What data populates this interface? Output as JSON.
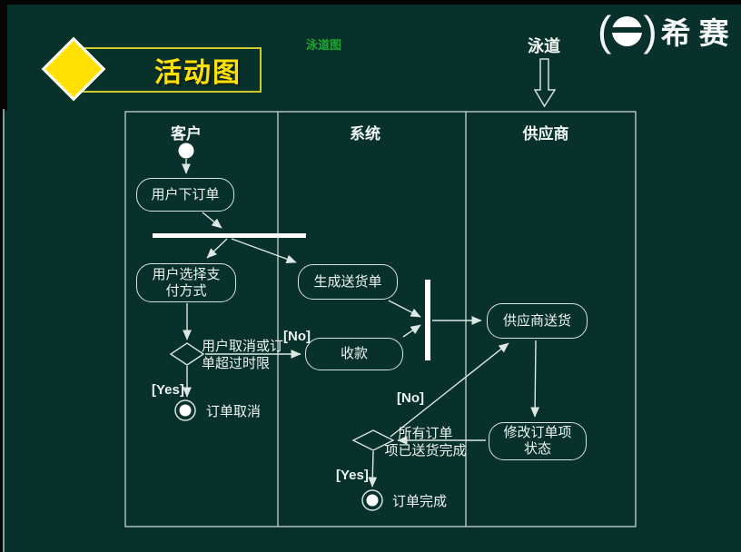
{
  "slide": {
    "title": "活动图",
    "caption": "泳道图",
    "pointer_label": "泳道",
    "logo_text": "希赛"
  },
  "lanes": {
    "customer": "客户",
    "system": "系统",
    "supplier": "供应商"
  },
  "activities": {
    "place_order": "用户下订单",
    "choose_payment": "用户选择支\n付方式",
    "generate_delivery_note": "生成送货单",
    "collect_payment": "收款",
    "supplier_deliver": "供应商送货",
    "update_order_item_status": "修改订单项\n状态"
  },
  "guards": {
    "no_1": "[No]",
    "yes_1": "[Yes]",
    "no_2": "[No]",
    "yes_2": "[Yes]",
    "cancel_condition": "用户取消或订\n单超过时限",
    "all_delivered_condition": "所有订单\n项已送货完成"
  },
  "terminals": {
    "order_cancelled": "订单取消",
    "order_complete": "订单完成"
  },
  "colors": {
    "background": "#07312a",
    "edge_black": "#050505",
    "accent_yellow": "#ffe104",
    "diamond_fill": "#ffe000",
    "title_border": "#c9cc2a",
    "caption_green": "#1ea632",
    "line": "#dce8e4",
    "node_stroke": "#d6e3df"
  }
}
